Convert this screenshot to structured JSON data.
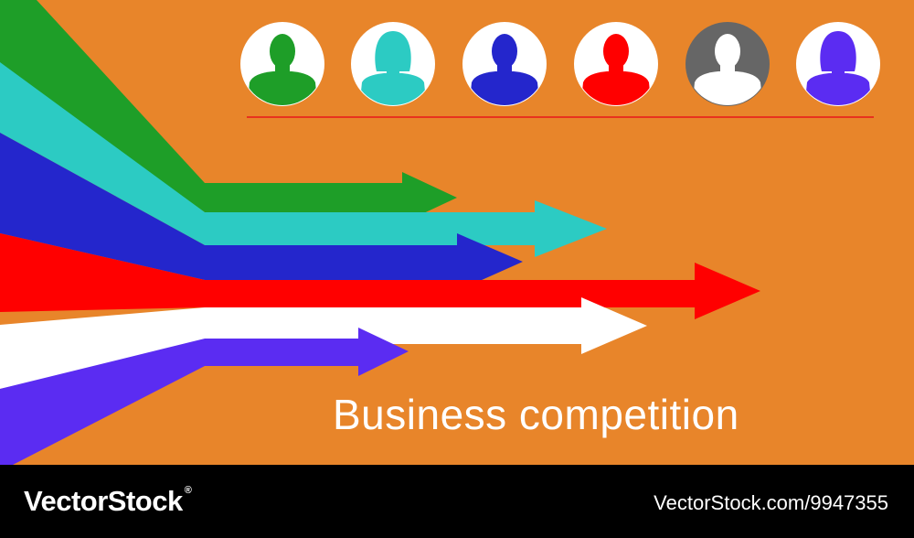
{
  "colors": {
    "background": "#E8852A",
    "divider": "#E8321E",
    "footer": "#000000",
    "text": "#FFFFFF"
  },
  "avatars": [
    {
      "icon": "male-user-icon",
      "color": "#1E9E28"
    },
    {
      "icon": "female-user-icon",
      "color": "#2CCBC3"
    },
    {
      "icon": "male-user-icon",
      "color": "#2426CC"
    },
    {
      "icon": "male-user-icon",
      "color": "#FF0000"
    },
    {
      "icon": "male-user-icon",
      "color": "#FFFFFF",
      "badge": "#666666"
    },
    {
      "icon": "female-user-icon",
      "color": "#5B2CF2"
    }
  ],
  "arrows": [
    "#1E9E28",
    "#2CCBC3",
    "#2426CC",
    "#FF0000",
    "#FFFFFF",
    "#5B2CF2"
  ],
  "headline": "Business competition",
  "footer": {
    "brand": "VectorStock",
    "brand_mark": "®",
    "image_ref": "VectorStock.com/9947355"
  }
}
